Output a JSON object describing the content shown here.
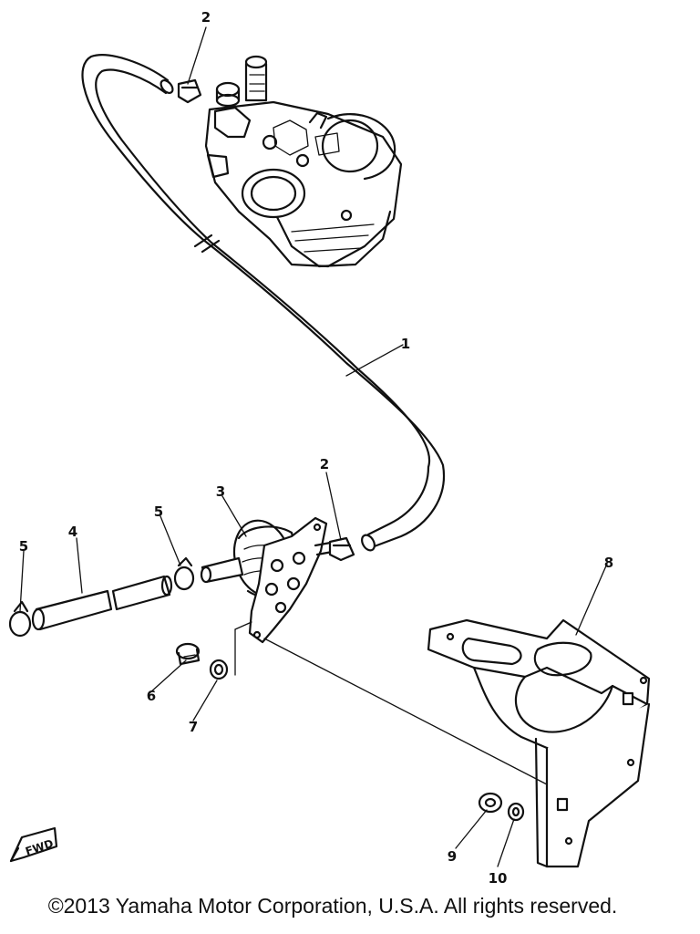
{
  "callouts": [
    {
      "label": "2",
      "part": "hose clamp (carburetor side)"
    },
    {
      "label": "1",
      "part": "fuel hose"
    },
    {
      "label": "2",
      "part": "hose clamp (pump side)"
    },
    {
      "label": "3",
      "part": "fuel pump"
    },
    {
      "label": "5",
      "part": "hose clamp (pump inlet)"
    },
    {
      "label": "4",
      "part": "inlet hose"
    },
    {
      "label": "5",
      "part": "hose clamp (inlet end)"
    },
    {
      "label": "8",
      "part": "bracket"
    },
    {
      "label": "6",
      "part": "bolt"
    },
    {
      "label": "7",
      "part": "washer"
    },
    {
      "label": "9",
      "part": "nut"
    },
    {
      "label": "10",
      "part": "washer"
    }
  ],
  "fwd_marker": "FWD",
  "copyright": "©2013 Yamaha Motor Corporation, U.S.A. All rights reserved."
}
